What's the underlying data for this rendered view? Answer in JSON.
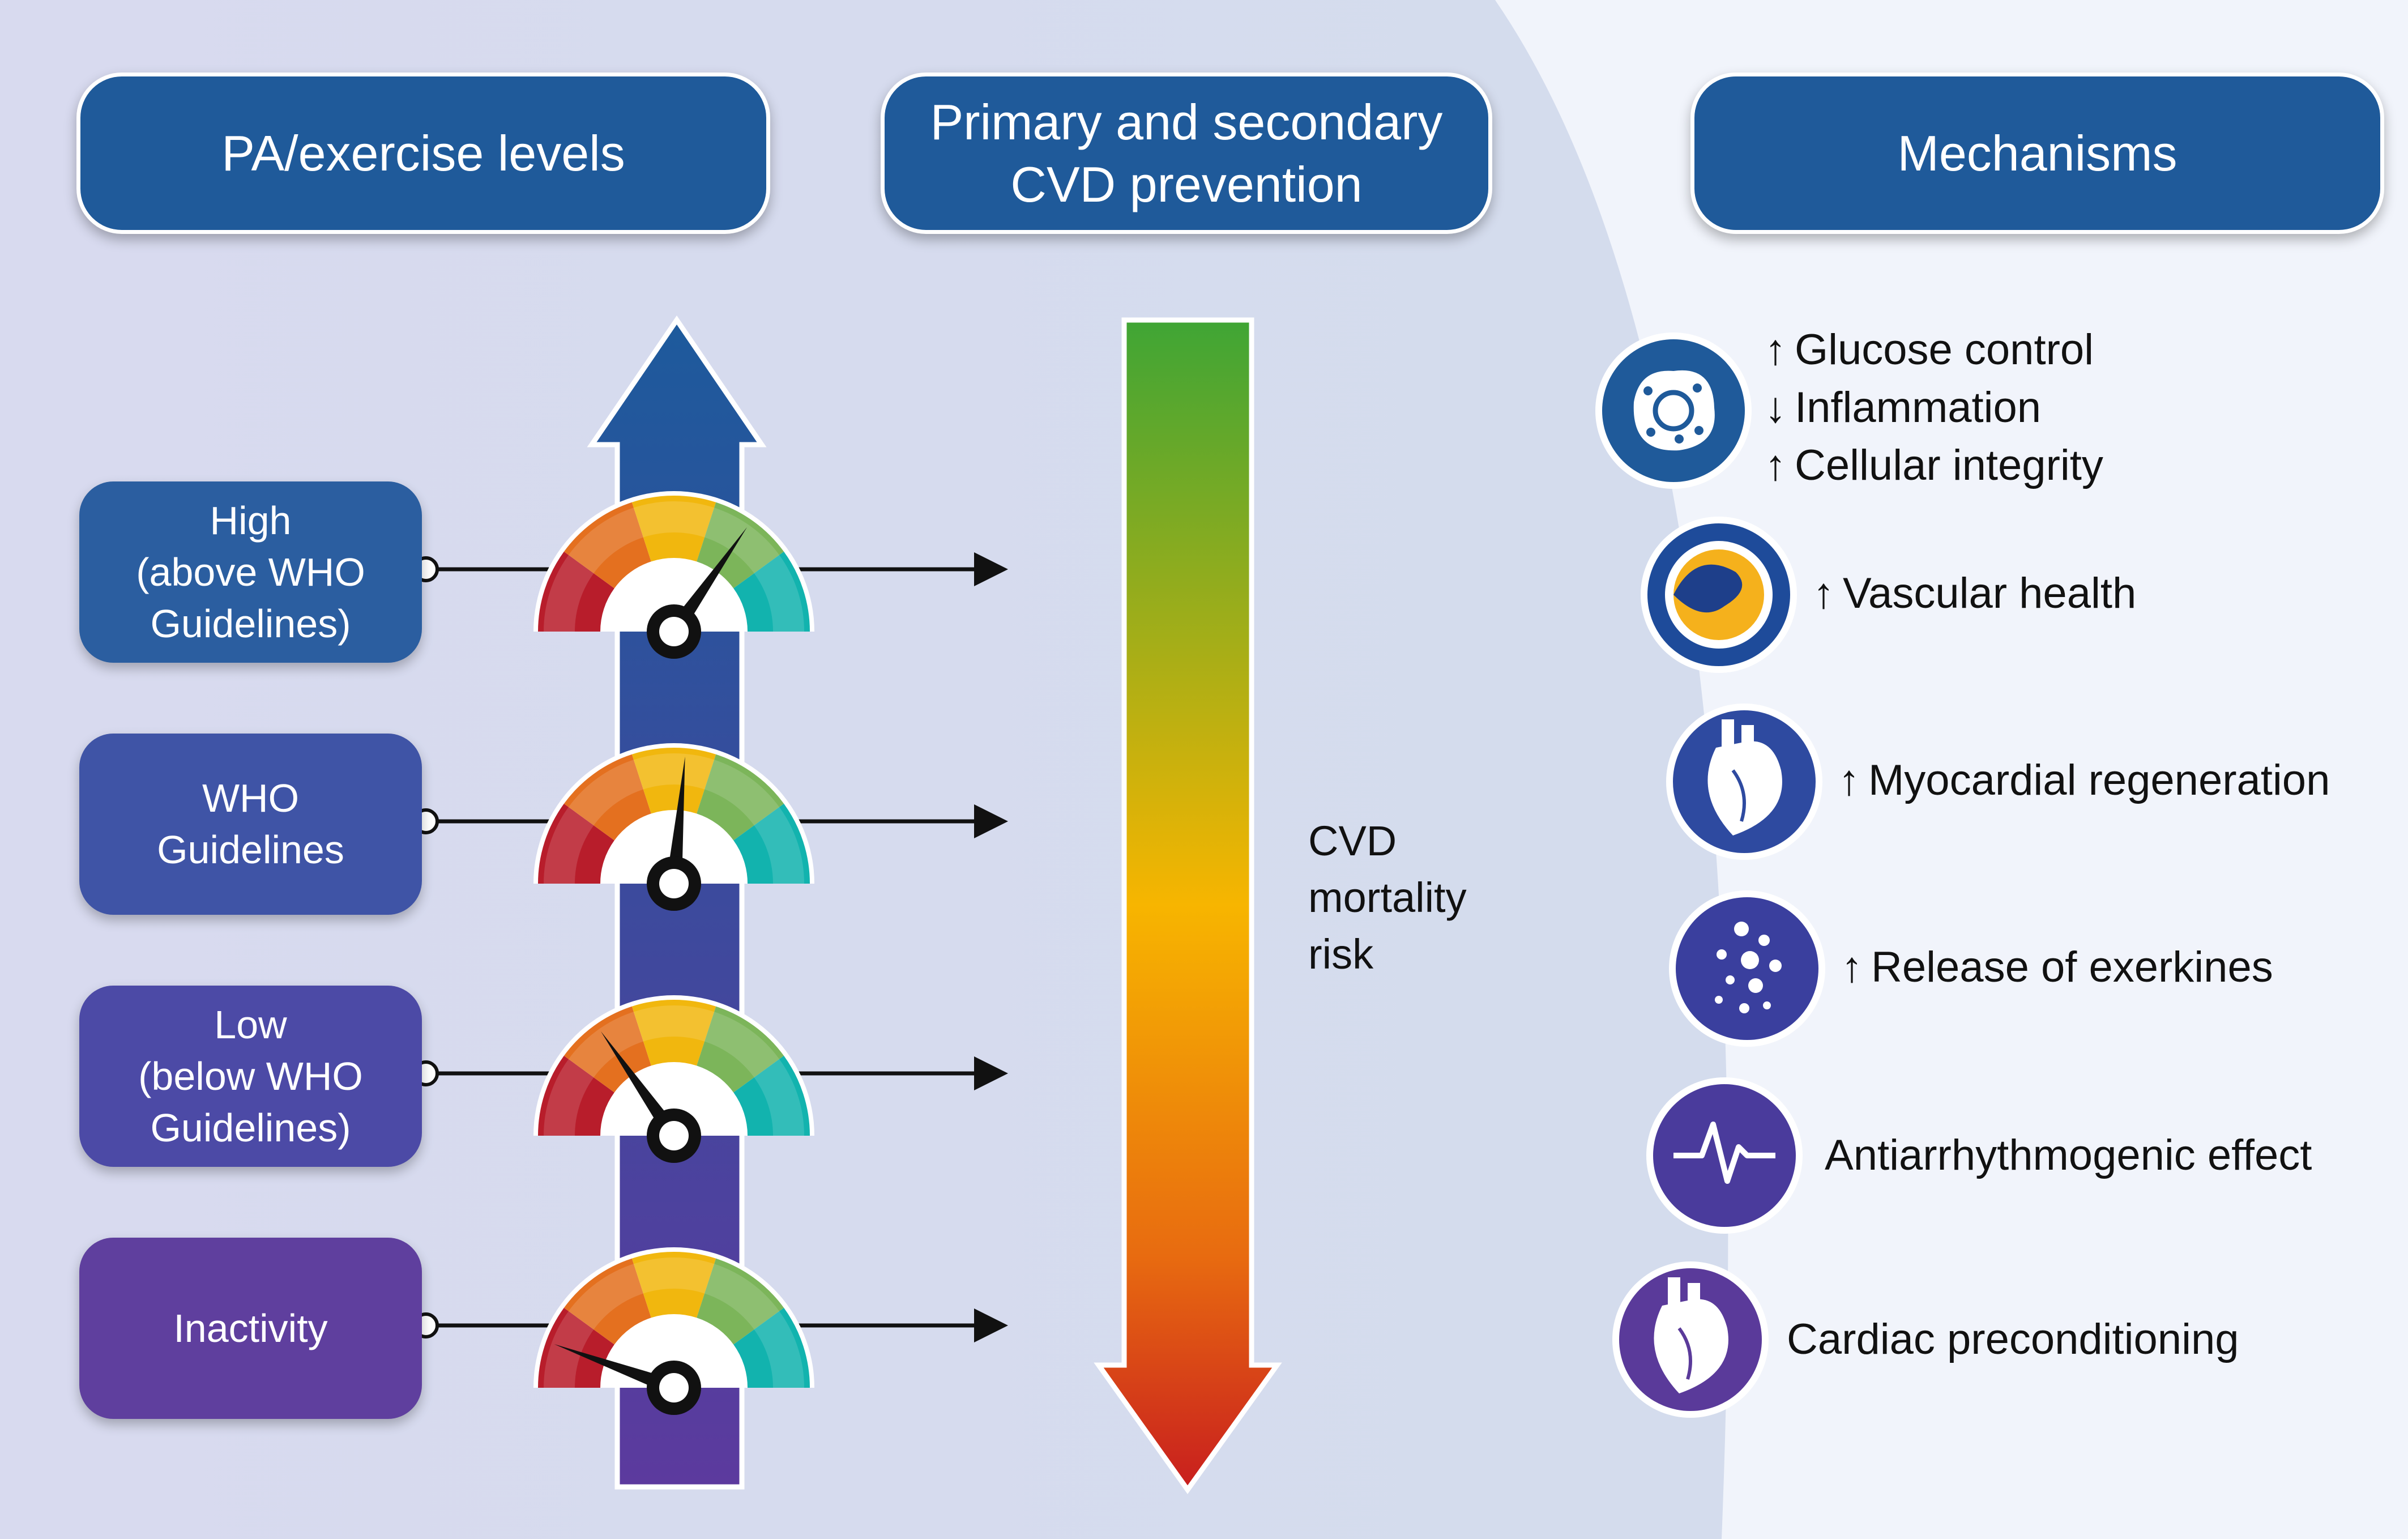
{
  "headers": {
    "levels": "PA/exercise levels",
    "prevention": "Primary and secondary\nCVD prevention",
    "mechanisms": "Mechanisms"
  },
  "levels": [
    {
      "label": "High\n(above WHO\nGuidelines)",
      "color": "#2b5ea0"
    },
    {
      "label": "WHO\nGuidelines",
      "color": "#3f54a6"
    },
    {
      "label": "Low\n(below WHO\nGuidelines)",
      "color": "#4c4aa6"
    },
    {
      "label": "Inactivity",
      "color": "#5f3f9e"
    }
  ],
  "risk_label": "CVD\nmortality\nrisk",
  "mechanisms": [
    {
      "icon": "cell-icon",
      "lines": [
        {
          "arrow": "↑",
          "text": "Glucose control"
        },
        {
          "arrow": "↓",
          "text": "Inflammation"
        },
        {
          "arrow": "↑",
          "text": "Cellular integrity"
        }
      ]
    },
    {
      "icon": "vessel-icon",
      "lines": [
        {
          "arrow": "↑",
          "text": "Vascular health"
        }
      ]
    },
    {
      "icon": "heart-regeneration-icon",
      "lines": [
        {
          "arrow": "↑",
          "text": "Myocardial regeneration"
        }
      ]
    },
    {
      "icon": "exerkines-icon",
      "lines": [
        {
          "arrow": "↑",
          "text": "Release of exerkines"
        }
      ]
    },
    {
      "icon": "ecg-icon",
      "lines": [
        {
          "arrow": "",
          "text": "Antiarrhythmogenic effect"
        }
      ]
    },
    {
      "icon": "heart-icon",
      "lines": [
        {
          "arrow": "",
          "text": "Cardiac preconditioning"
        }
      ]
    }
  ],
  "colors": {
    "header_blue": "#1f5a9a",
    "gauge_segments": [
      "#b81d2b",
      "#e4701f",
      "#f1b70e",
      "#7cb55a",
      "#12b3ae"
    ],
    "risk_gradient": [
      "#3fa535",
      "#f7b500",
      "#c81e1e"
    ]
  }
}
